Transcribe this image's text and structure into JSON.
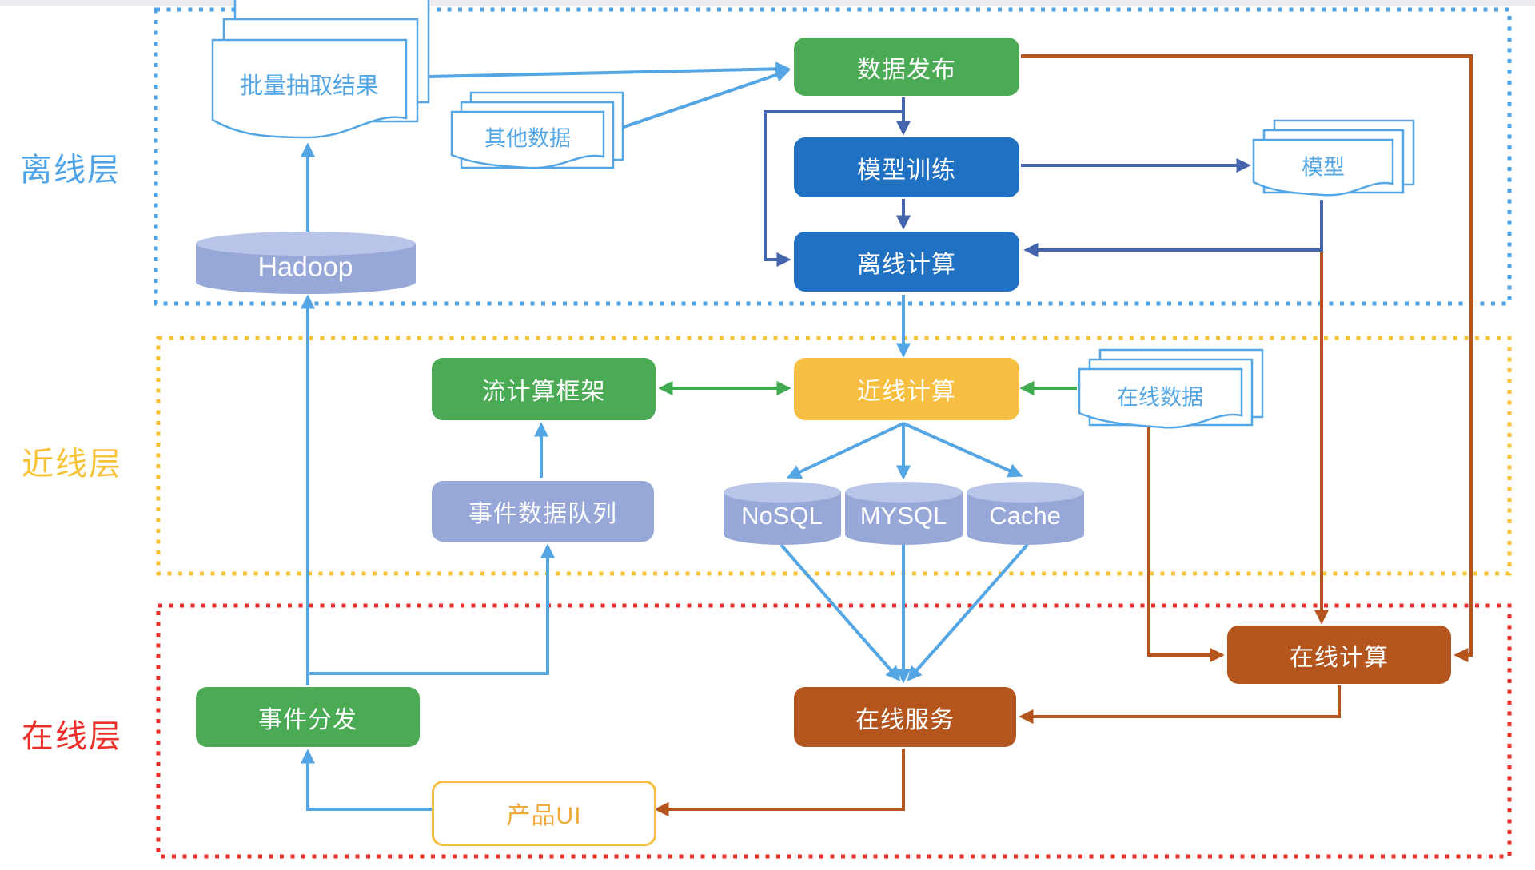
{
  "layers": [
    {
      "id": "offline",
      "label": "离线层",
      "border_color": "#4da3e8"
    },
    {
      "id": "nearline",
      "label": "近线层",
      "border_color": "#f7c235"
    },
    {
      "id": "online",
      "label": "在线层",
      "border_color": "#ec2f2a"
    }
  ],
  "nodes": {
    "data_publish": {
      "label": "数据发布",
      "layer": "offline",
      "color": "#4aab54"
    },
    "model_training": {
      "label": "模型训练",
      "layer": "offline",
      "color": "#2071c2"
    },
    "offline_compute": {
      "label": "离线计算",
      "layer": "offline",
      "color": "#2071c2"
    },
    "stream_framework": {
      "label": "流计算框架",
      "layer": "nearline",
      "color": "#4aab54"
    },
    "nearline_compute": {
      "label": "近线计算",
      "layer": "nearline",
      "color": "#f7bf42"
    },
    "event_queue": {
      "label": "事件数据队列",
      "layer": "nearline",
      "color": "#97a7d8"
    },
    "online_compute": {
      "label": "在线计算",
      "layer": "online",
      "color": "#b4551d"
    },
    "online_service": {
      "label": "在线服务",
      "layer": "online",
      "color": "#b4551d"
    },
    "event_dispatch": {
      "label": "事件分发",
      "layer": "online",
      "color": "#4aab54"
    },
    "product_ui": {
      "label": "产品UI",
      "layer": "online",
      "color": "#ffffff"
    }
  },
  "datastores": {
    "hadoop": {
      "label": "Hadoop"
    },
    "nosql": {
      "label": "NoSQL"
    },
    "mysql": {
      "label": "MYSQL"
    },
    "cache": {
      "label": "Cache"
    }
  },
  "documents": {
    "batch_results": {
      "label": "批量抽取结果"
    },
    "other_data": {
      "label": "其他数据"
    },
    "model": {
      "label": "模型"
    },
    "online_data": {
      "label": "在线数据"
    }
  },
  "colors": {
    "green_box": "#4aab54",
    "blue_box": "#2071c2",
    "yellow_box": "#f7bf42",
    "brown_box": "#b4551d",
    "storage_fill": "#97a7d8",
    "storage_top": "#b9c5e8",
    "light_blue_line": "#53a6e3",
    "dark_blue_line": "#4464ae",
    "green_line": "#3faa4f",
    "brown_line": "#b4551d",
    "product_ui_text": "#f2a93b"
  }
}
